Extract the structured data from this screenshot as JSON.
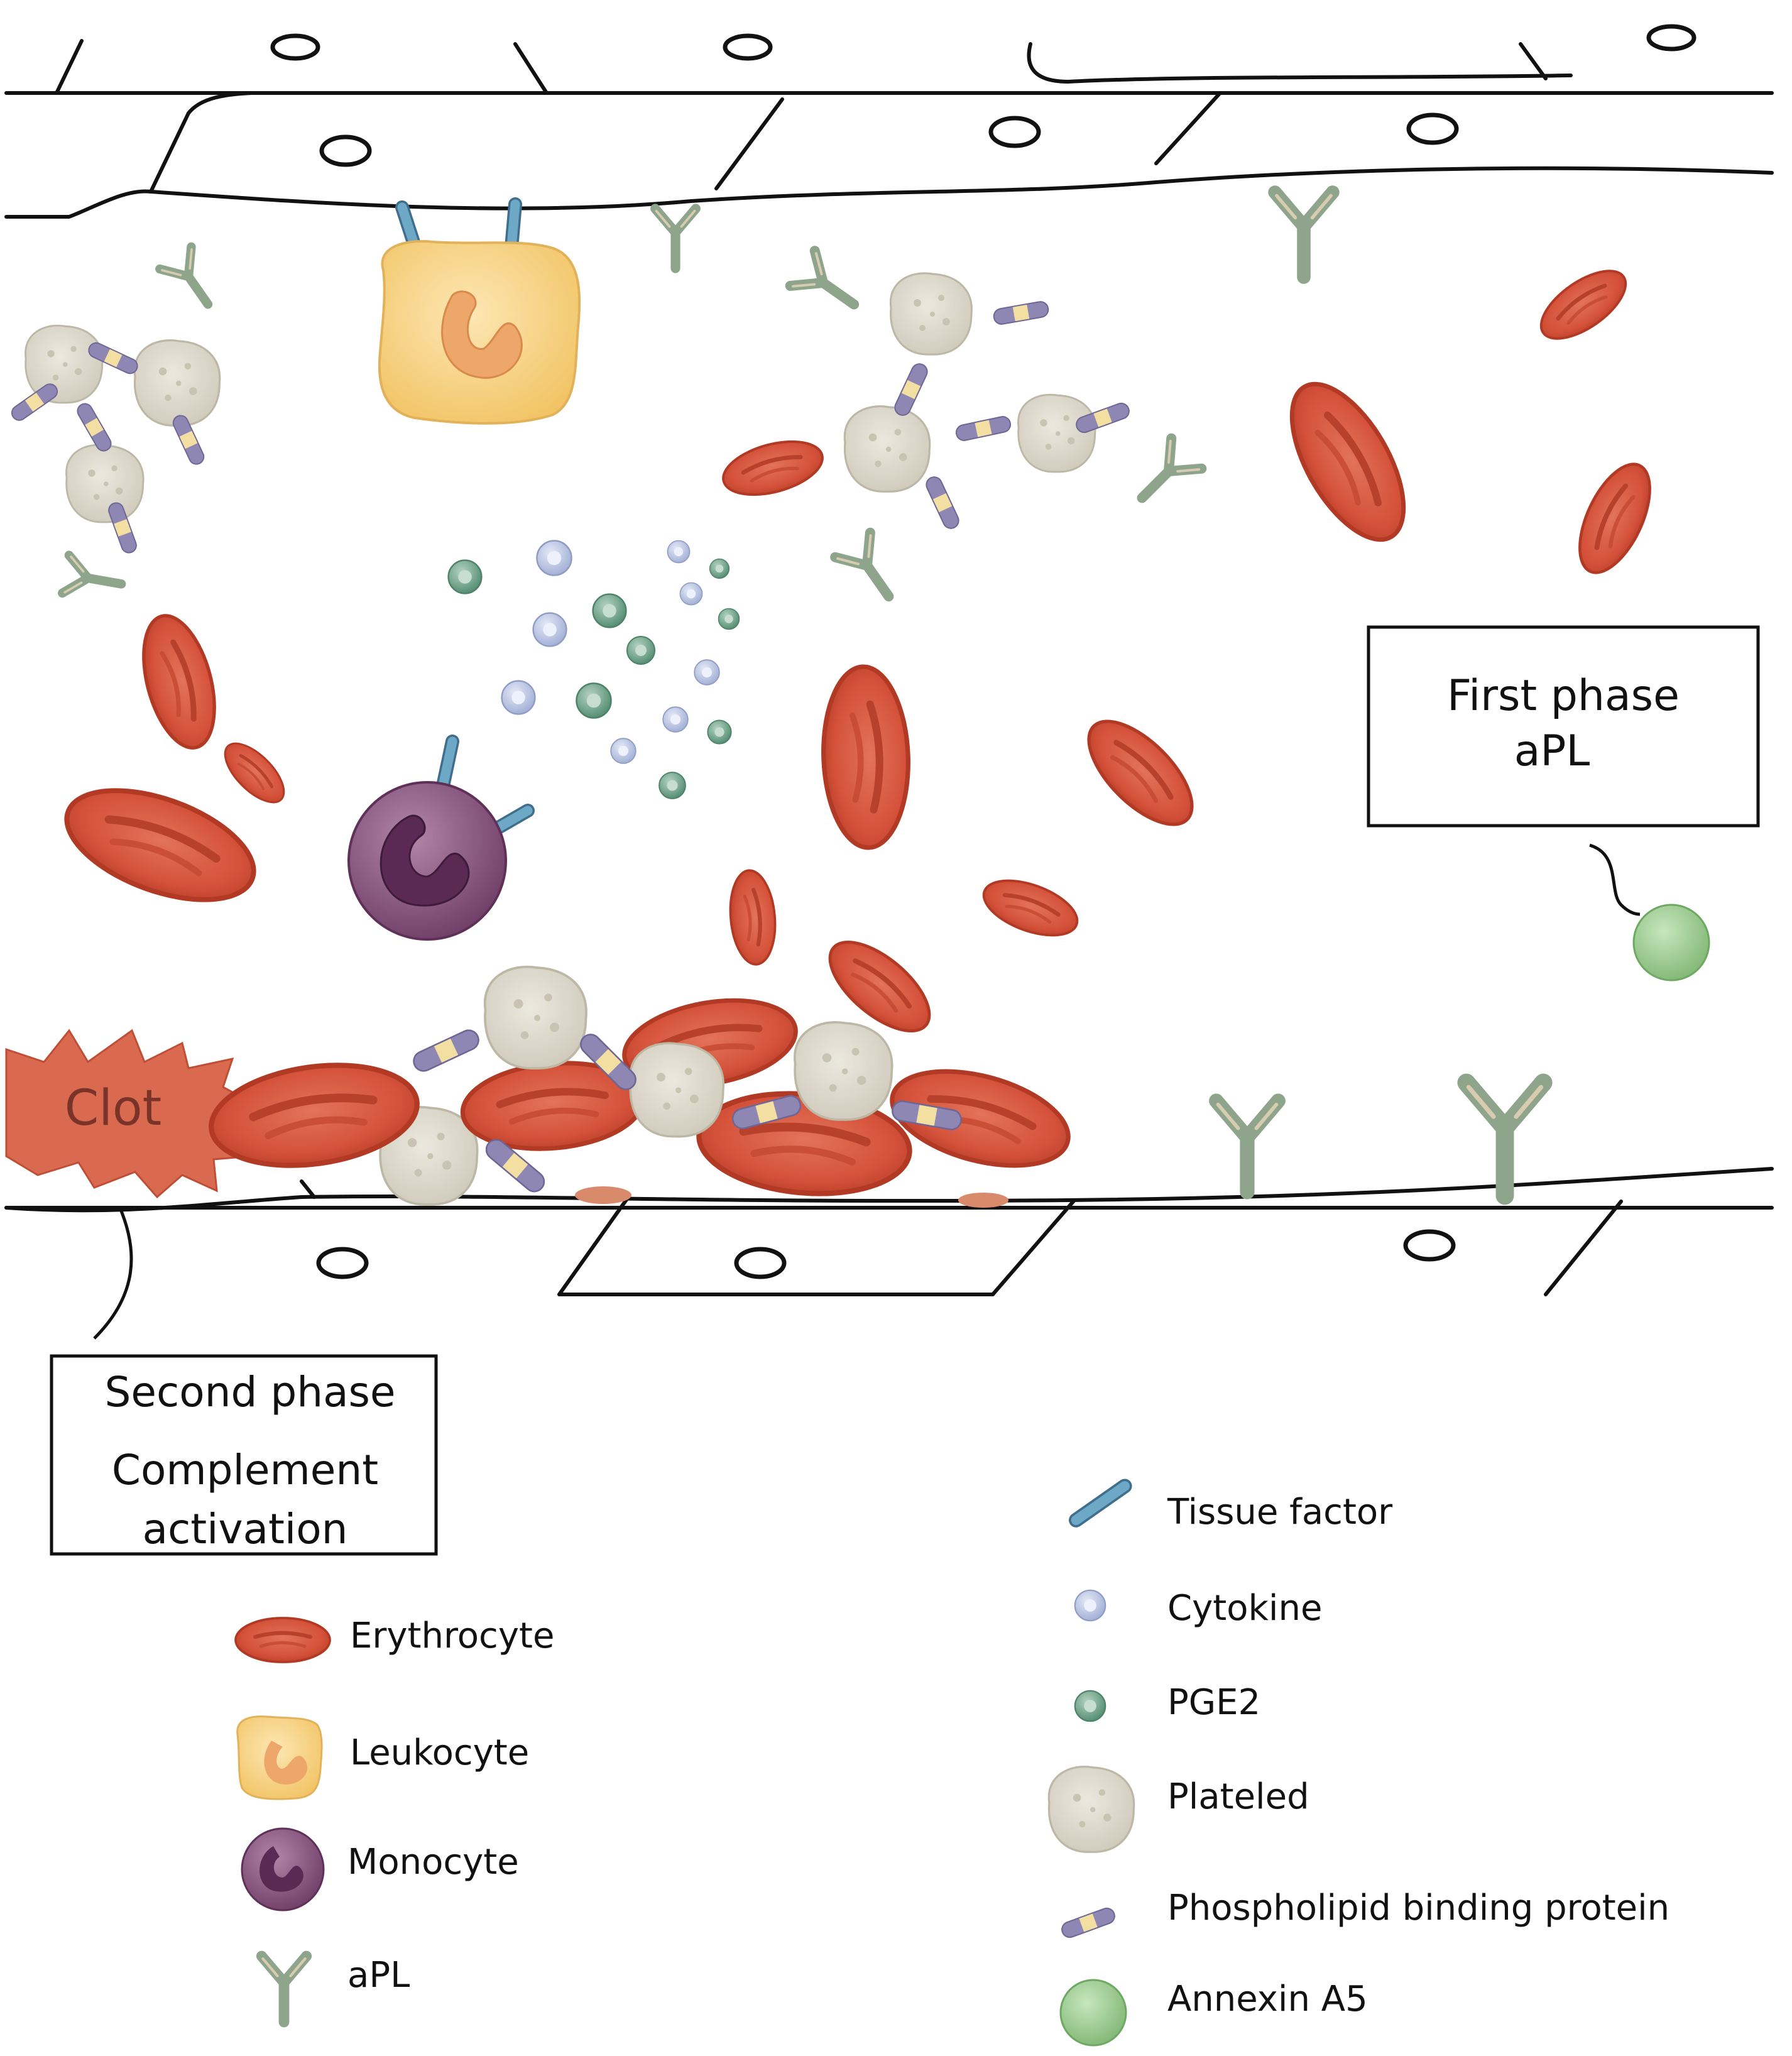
{
  "diagram": {
    "clot_label": "Clot",
    "first_phase": {
      "line1": "First phase",
      "line2": "aPL"
    },
    "second_phase": {
      "line1": "Second phase",
      "line2": "Complement",
      "line3": "activation"
    }
  },
  "legend": {
    "left": [
      {
        "icon": "erythrocyte-icon",
        "label": "Erythrocyte"
      },
      {
        "icon": "leukocyte-icon",
        "label": "Leukocyte"
      },
      {
        "icon": "monocyte-icon",
        "label": "Monocyte"
      },
      {
        "icon": "apl-antibody-icon",
        "label": "aPL"
      }
    ],
    "right": [
      {
        "icon": "tissue-factor-icon",
        "label": "Tissue factor"
      },
      {
        "icon": "cytokine-icon",
        "label": "Cytokine"
      },
      {
        "icon": "pge2-icon",
        "label": "PGE2"
      },
      {
        "icon": "platelet-icon",
        "label": "Plateled"
      },
      {
        "icon": "phospholipid-binding-protein-icon",
        "label": "Phospholipid binding protein"
      },
      {
        "icon": "annexin-a5-icon",
        "label": "Annexin A5"
      }
    ]
  },
  "colors": {
    "erythrocyte": "#d9553b",
    "erythrocyte_dark": "#b53a26",
    "leukocyte": "#f6cf7e",
    "monocyte": "#8e5a86",
    "platelet": "#ddd9cc",
    "antibody": "#8ea58c",
    "tissue_factor": "#5b93b3",
    "cytokine": "#b6c2e0",
    "pge2": "#6d9f86",
    "annexin": "#9ccf8f",
    "pbp_purple": "#8f87b3",
    "pbp_yellow": "#f3dfa2"
  }
}
